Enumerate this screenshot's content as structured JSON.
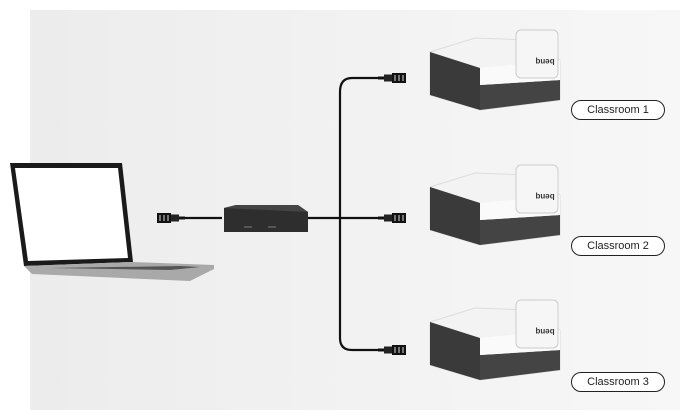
{
  "classrooms": [
    {
      "label": "Classroom 1"
    },
    {
      "label": "Classroom 2"
    },
    {
      "label": "Classroom 3"
    }
  ],
  "projector_brand": "BenQ",
  "devices": {
    "source": "laptop",
    "hub": "network-switch",
    "targets": "projector"
  }
}
